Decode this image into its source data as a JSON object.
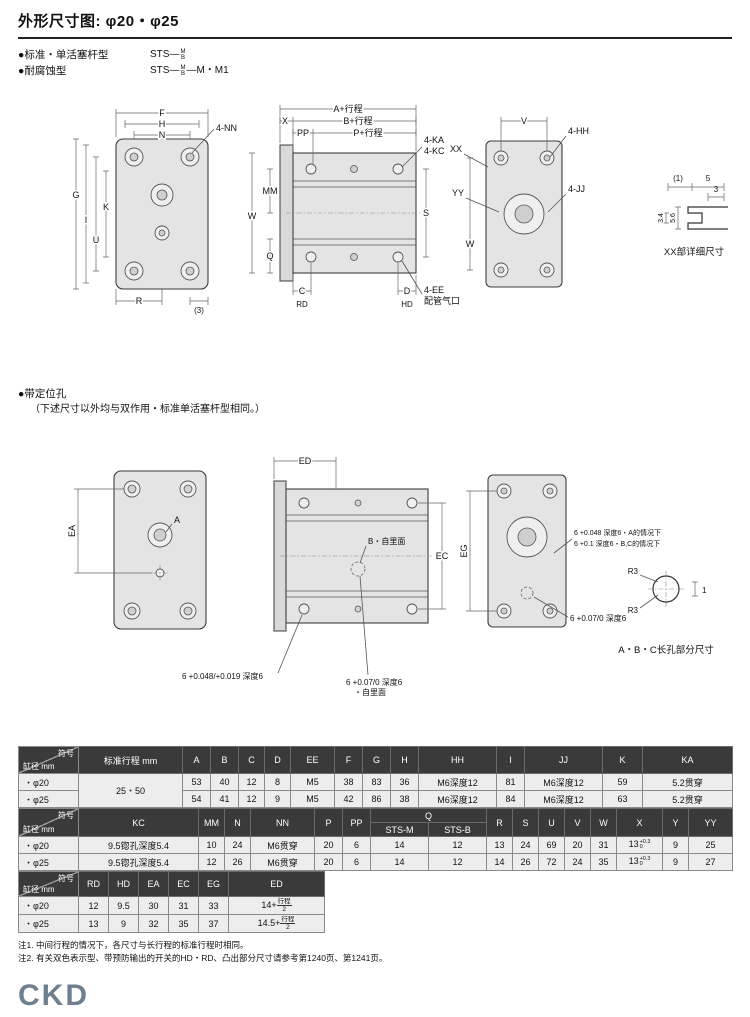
{
  "colors": {
    "table_header_bg": "#3a3a3a",
    "table_row_bg": "#ededed",
    "logo_color": "#6e8090",
    "rule_color": "#222222"
  },
  "header": {
    "title": "外形尺寸图: φ20・φ25",
    "b1_label": "●标准・单活塞杆型",
    "b2_label": "●耐腐蚀型",
    "code_prefix": "STS—",
    "code_top": "M",
    "code_bot": "B",
    "b2_suffix": "—M・M1"
  },
  "section2": {
    "title": "●带定位孔",
    "sub": "（下述尺寸以外均与双作用・标准单活塞杆型相同。）"
  },
  "dw1": {
    "f": "F",
    "h": "H",
    "n": "N",
    "nn": "4-NN",
    "g": "G",
    "i": "I",
    "u": "U",
    "k": "K",
    "r": "R",
    "p3": "(3)",
    "a_st": "A+行程",
    "x": "X",
    "b_st": "B+行程",
    "pp": "PP",
    "p_st": "P+行程",
    "ka": "4-KA",
    "kc": "4-KC",
    "mm": "MM",
    "w": "W",
    "s": "S",
    "q": "Q",
    "c": "C",
    "rd": "RD",
    "d": "D",
    "hd": "HD",
    "ee": "4-EE",
    "port": "配管气口",
    "v": "V",
    "hh": "4-HH",
    "xx": "XX",
    "yy": "YY",
    "jj": "4-JJ",
    "d1": "(1)",
    "d5": "5",
    "d3": "3",
    "d56": "5.6",
    "d34": "3.4",
    "cap": "XX部详细尺寸"
  },
  "dw2": {
    "ea": "EA",
    "a": "A",
    "ed": "ED",
    "b_note": "B・自里面",
    "ec": "EC",
    "eg": "EG",
    "n1": "6 +0.048/+0.019 深度6",
    "n2": "6 +0.07/0 深度6",
    "n2b": "・自里面",
    "n3": "6 +0.07/0 深度6",
    "rn1": "6 +0.048 深度6・A的情况下",
    "rn2": "6 +0.1 深度6・B,C的情况下",
    "r3": "R3",
    "one": "1",
    "cap": "A・B・C长孔部分尺寸"
  },
  "diag": {
    "top": "符号",
    "bottom": "缸径 mm"
  },
  "rows": {
    "d20": "・φ20",
    "d25": "・φ25"
  },
  "t1": {
    "stroke_header": "标准行程 mm",
    "cols": [
      "A",
      "B",
      "C",
      "D",
      "EE",
      "F",
      "G",
      "H",
      "HH",
      "I",
      "JJ",
      "K",
      "KA"
    ],
    "stroke": "25・50",
    "r20": [
      "53",
      "40",
      "12",
      "8",
      "M5",
      "38",
      "83",
      "36",
      "M6深度12",
      "81",
      "M6深度12",
      "59",
      "5.2贯穿"
    ],
    "r25": [
      "54",
      "41",
      "12",
      "9",
      "M5",
      "42",
      "86",
      "38",
      "M6深度12",
      "84",
      "M6深度12",
      "63",
      "5.2贯穿"
    ]
  },
  "t2": {
    "cols": [
      "KC",
      "MM",
      "N",
      "NN",
      "P",
      "PP",
      "Q",
      "R",
      "S",
      "U",
      "V",
      "W",
      "X",
      "Y",
      "YY"
    ],
    "q_sub": [
      "STS-M",
      "STS-B"
    ],
    "x_top": "+0.3",
    "x_bot": "0",
    "r20": {
      "kc": "9.5锪孔深度5.4",
      "mm": "10",
      "n": "24",
      "nn": "M6贯穿",
      "p": "20",
      "pp": "6",
      "qm": "14",
      "qb": "12",
      "r": "13",
      "s": "24",
      "u": "69",
      "v": "20",
      "w": "31",
      "x": "13",
      "y": "9",
      "yy": "25"
    },
    "r25": {
      "kc": "9.5锪孔深度5.4",
      "mm": "12",
      "n": "26",
      "nn": "M6贯穿",
      "p": "20",
      "pp": "6",
      "qm": "14",
      "qb": "12",
      "r": "14",
      "s": "26",
      "u": "72",
      "v": "24",
      "w": "35",
      "x": "13",
      "y": "9",
      "yy": "27"
    }
  },
  "t3": {
    "cols": [
      "RD",
      "HD",
      "EA",
      "EC",
      "EG",
      "ED"
    ],
    "r20": {
      "rd": "12",
      "hd": "9.5",
      "ea": "30",
      "ec": "31",
      "eg": "33",
      "ed_pre": "14+",
      "ed_num": "行程",
      "ed_den": "2"
    },
    "r25": {
      "rd": "13",
      "hd": "9",
      "ea": "32",
      "ec": "35",
      "eg": "37",
      "ed_pre": "14.5+",
      "ed_num": "行程",
      "ed_den": "2"
    }
  },
  "notes": {
    "n1": "注1. 中间行程的情况下，各尺寸与长行程的标准行程时相同。",
    "n2": "注2. 有关双色表示型、带预防输出的开关的HD・RD、凸出部分尺寸请参考第1240页、第1241页。"
  },
  "logo": "CKD"
}
